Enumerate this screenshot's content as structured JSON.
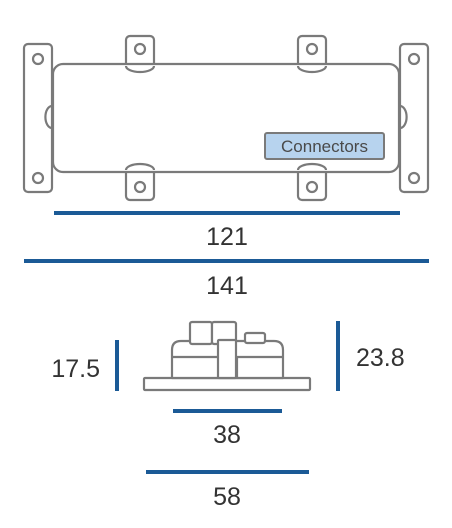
{
  "colors": {
    "outline": "#7a7a7a",
    "dimension_line": "#1b5a96",
    "label_fill": "#b7d3ee",
    "label_border": "#7a7a7a",
    "text": "#333333"
  },
  "top_view": {
    "connector_label": "Connectors"
  },
  "dimensions": {
    "inner_length": "121",
    "overall_length": "141",
    "body_height": "17.5",
    "overall_height": "23.8",
    "body_width": "38",
    "overall_width": "58"
  }
}
